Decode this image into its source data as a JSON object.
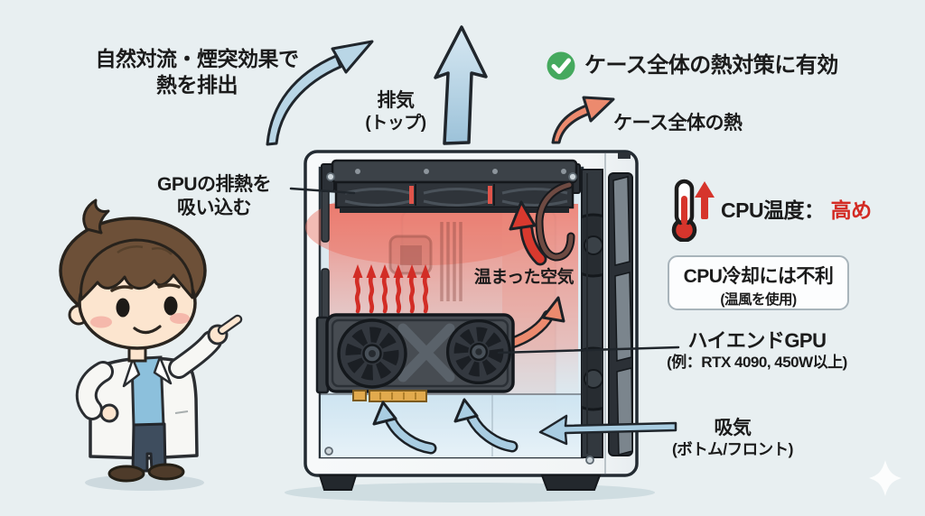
{
  "colors": {
    "background": "#e8eff1",
    "text": "#1b1b1b",
    "highlight_red": "#d32b24",
    "check_green": "#45a95e",
    "cool_air_blue": "#a9cde2",
    "heat_glow_red": "#ef8176",
    "warm_arrow_orange": "#ec8a6e",
    "hot_arrow_red": "#d8392e",
    "case_body": "#f6f8f9",
    "gpu_body": "#474c52",
    "box_border": "#a8b4bb"
  },
  "labels": {
    "convection_line1": "自然対流・煙突効果で",
    "convection_line2": "熱を排出",
    "exhaust_line1": "排気",
    "exhaust_line2": "(トップ)",
    "benefit": "ケース全体の熱対策に有効",
    "case_heat": "ケース全体の熱",
    "gpu_exhaust_line1": "GPUの排熱を",
    "gpu_exhaust_line2": "吸い込む",
    "warm_air": "温まった空気",
    "cpu_temp_label": "CPU温度：",
    "cpu_temp_value": "高め",
    "cpu_box_line1": "CPU冷却には不利",
    "cpu_box_line2": "(温風を使用)",
    "gpu_line1": "ハイエンドGPU",
    "gpu_line2": "(例：RTX 4090, 450W以上)",
    "intake_line1": "吸気",
    "intake_line2": "(ボトム/フロント)"
  },
  "icons": {
    "check": "check-circle-icon",
    "thermometer": "thermometer-icon",
    "rising_temp": "temp-rising-arrow-icon",
    "sparkle": "sparkle-icon"
  }
}
